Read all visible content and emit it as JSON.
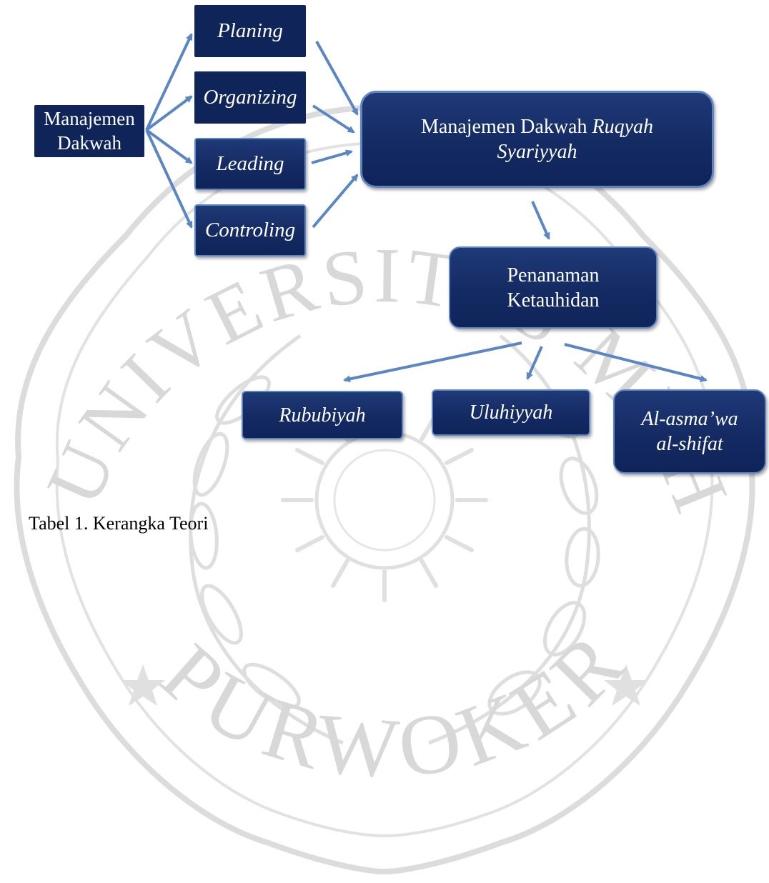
{
  "nodes": {
    "manajemen_dakwah": {
      "line1": "Manajemen",
      "line2": "Dakwah"
    },
    "planing": "Planing",
    "organizing": "Organizing",
    "leading": "Leading",
    "controling": "Controling",
    "main": {
      "line1_plain": "Manajemen Dakwah ",
      "line1_italic": "Ruqyah",
      "line2_italic": "Syariyyah"
    },
    "penanaman": {
      "line1": "Penanaman",
      "line2": "Ketauhidan"
    },
    "rububiyah": "Rububiyah",
    "uluhiyyah": "Uluhiyyah",
    "alasma": {
      "line1": "Al-asma’wa",
      "line2": "al-shifat"
    }
  },
  "caption": "Tabel 1. Kerangka Teori",
  "watermark": {
    "text": "UNIVERSITAS MUHAMMADIYAH PURWOKERTO",
    "color": "#d6d6d6"
  },
  "colors": {
    "box_fill": "#142a63",
    "box_border": "#5f86c2",
    "arrow": "#5b86c4"
  }
}
